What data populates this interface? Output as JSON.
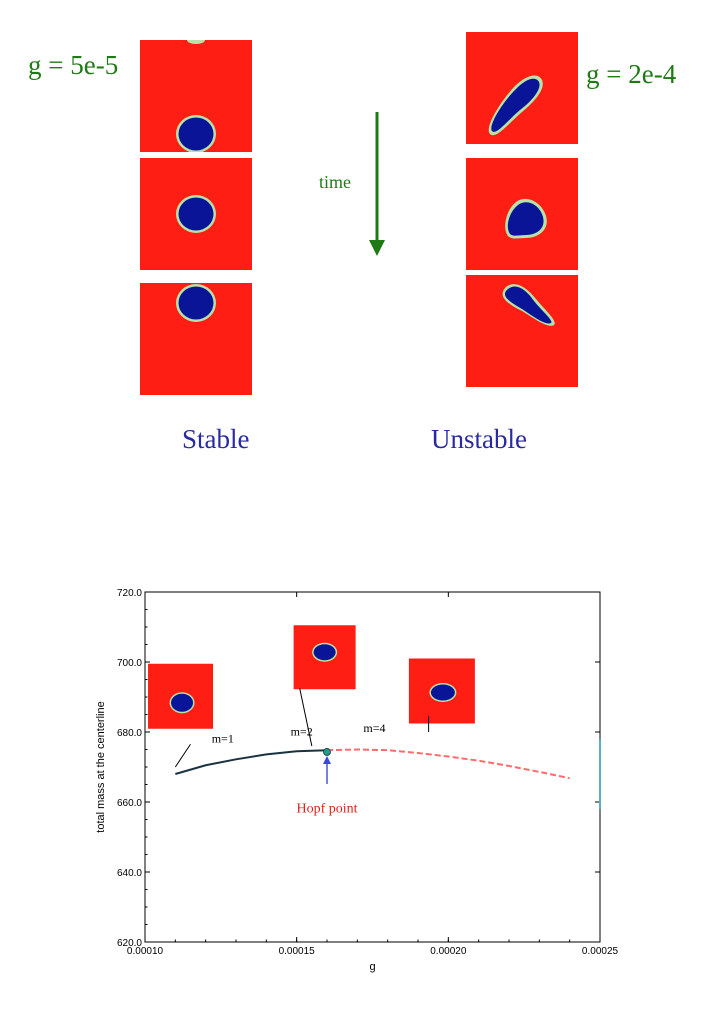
{
  "top": {
    "stable_label": "g = 5e-5",
    "unstable_label": "g = 2e-4",
    "time_label": "time",
    "caption_stable": "Stable",
    "caption_unstable": "Unstable",
    "colors": {
      "field": "#ff1e14",
      "bubble": "#0a1496",
      "rim": "#b7e3a8",
      "green_text": "#1e7a14",
      "blue_text": "#2a2aa0",
      "arrow": "#1e7a14"
    }
  },
  "chart_data": {
    "type": "line",
    "xlabel": "g",
    "ylabel": "total mass at the centerline",
    "xlim": [
      0.0001,
      0.00025
    ],
    "ylim": [
      620.0,
      720.0
    ],
    "x_ticks": [
      "0.00010",
      "0.00015",
      "0.00020",
      "0.00025"
    ],
    "y_ticks": [
      "620.0",
      "640.0",
      "660.0",
      "680.0",
      "700.0",
      "720.0"
    ],
    "series": [
      {
        "style": "solid",
        "color": "#1a3340",
        "points": [
          [
            0.00011,
            668.0
          ],
          [
            0.00012,
            670.5
          ],
          [
            0.00013,
            672.2
          ],
          [
            0.00014,
            673.6
          ],
          [
            0.00015,
            674.5
          ],
          [
            0.00016,
            674.8
          ]
        ]
      },
      {
        "style": "dashed",
        "color": "#ff6a6a",
        "points": [
          [
            0.00016,
            674.8
          ],
          [
            0.00017,
            675.0
          ],
          [
            0.00018,
            674.8
          ],
          [
            0.00019,
            674.0
          ],
          [
            0.0002,
            673.0
          ],
          [
            0.00021,
            671.8
          ],
          [
            0.00022,
            670.3
          ],
          [
            0.00023,
            668.6
          ],
          [
            0.00024,
            666.8
          ]
        ]
      }
    ],
    "annotations": [
      {
        "text": "m=1",
        "x": 0.000122,
        "y": 677
      },
      {
        "text": "m=2",
        "x": 0.000148,
        "y": 679
      },
      {
        "text": "m=4",
        "x": 0.000172,
        "y": 680
      },
      {
        "text": "Hopf point",
        "x": 0.00016,
        "y": 657,
        "color": "#e0201a"
      }
    ],
    "hopf_point": {
      "x": 0.00016,
      "y": 674.3
    }
  }
}
